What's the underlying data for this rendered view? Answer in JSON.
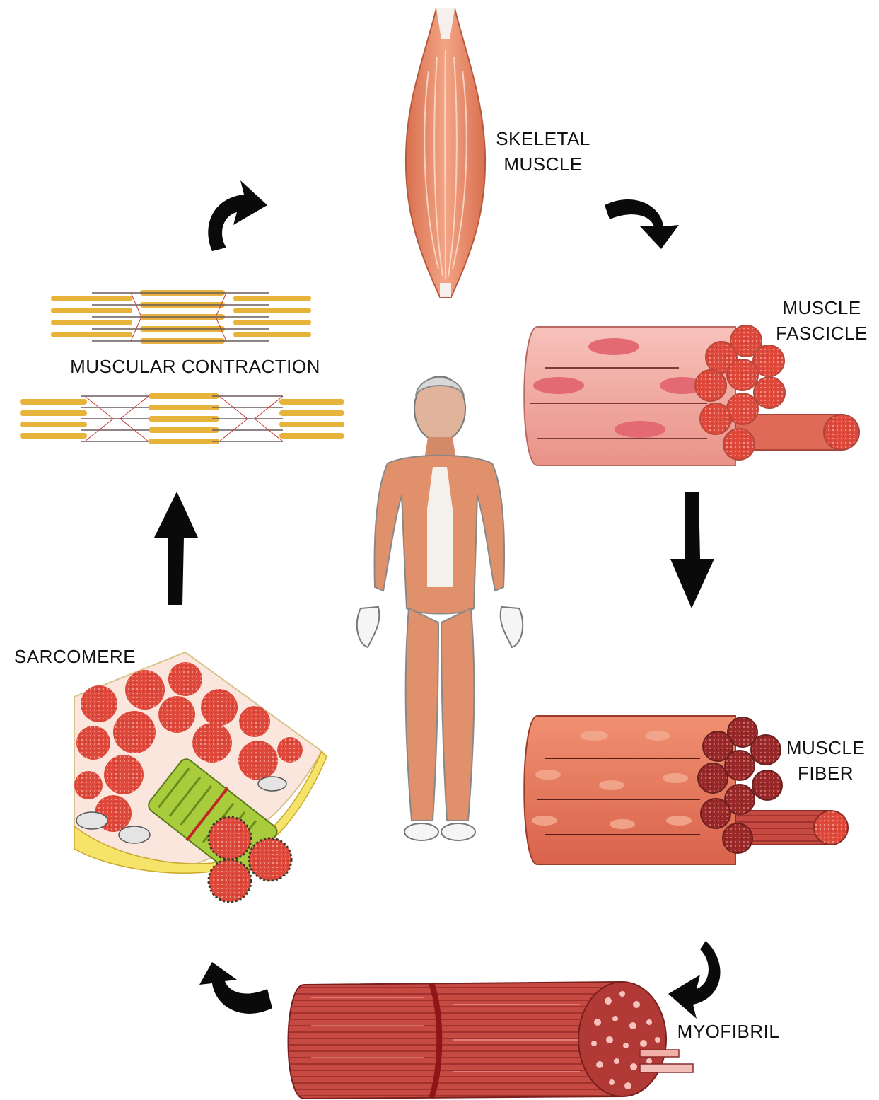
{
  "labels": {
    "skeletal_muscle": [
      "SKELETAL",
      "MUSCLE"
    ],
    "muscle_fascicle": [
      "MUSCLE",
      "FASCICLE"
    ],
    "muscle_fiber": [
      "MUSCLE",
      "FIBER"
    ],
    "myofibril": "MYOFIBRIL",
    "sarcomere": "SARCOMERE",
    "muscular_contraction": "MUSCULAR CONTRACTION"
  },
  "colors": {
    "muscle": "#e88a6a",
    "fascicle": "#f2a7a0",
    "fiber": "#e2715a",
    "myofibril": "#c84a40",
    "sarcomere_green": "#a8cc3c",
    "filament_yellow": "#e8b33a",
    "arrow": "#0a0a0a"
  },
  "icons": [
    "curved-arrow-icon",
    "down-arrow-icon",
    "up-arrow-icon",
    "human-body-icon"
  ]
}
